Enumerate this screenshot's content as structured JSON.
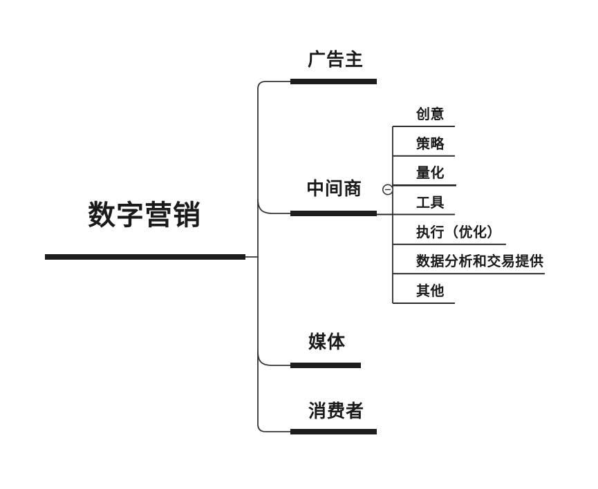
{
  "diagram": {
    "type": "mindmap",
    "root": {
      "label": "数字营销"
    },
    "branches": [
      {
        "label": "广告主"
      },
      {
        "label": "中间商",
        "toggle_icon": "minus-circle-icon",
        "collapsed": false,
        "children": [
          {
            "label": "创意"
          },
          {
            "label": "策略"
          },
          {
            "label": "量化"
          },
          {
            "label": "工具"
          },
          {
            "label": "执行（优化）"
          },
          {
            "label": "数据分析和交易提供"
          },
          {
            "label": "其他"
          }
        ]
      },
      {
        "label": "媒体"
      },
      {
        "label": "消费者"
      }
    ],
    "colors": {
      "background": "#ffffff",
      "node_bar": "#1d1d1d",
      "connector_line": "#333333",
      "text": "#1a1a1a"
    }
  }
}
